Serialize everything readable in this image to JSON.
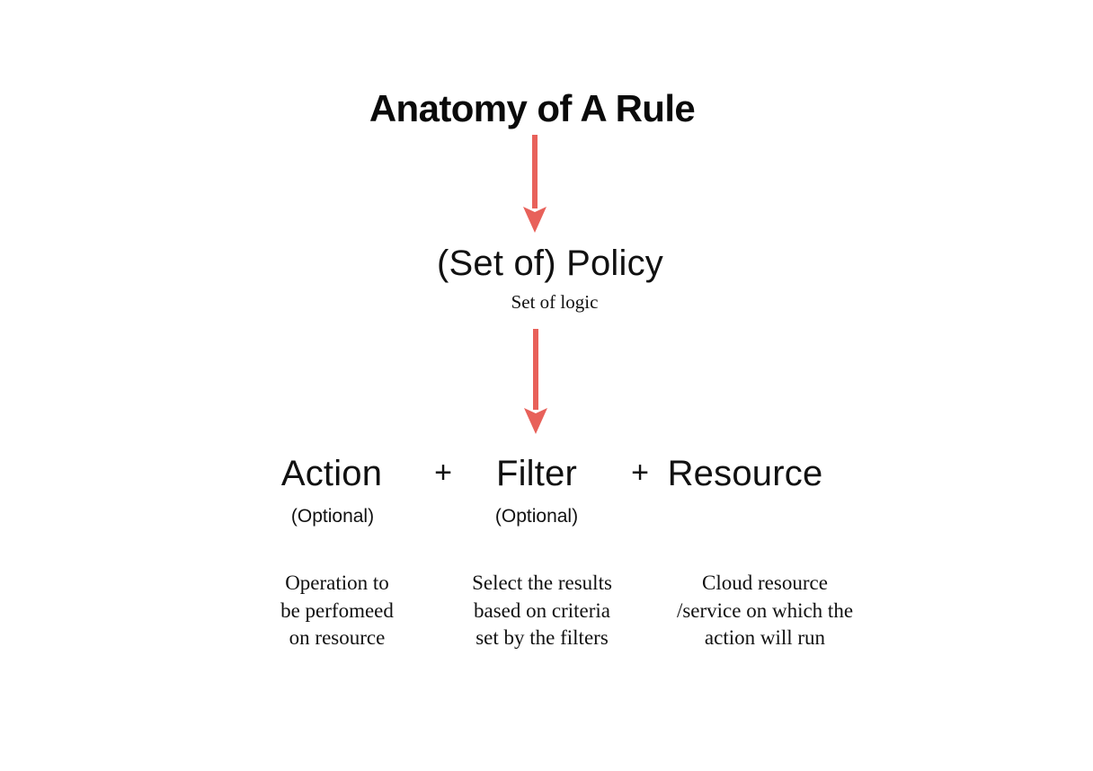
{
  "page": {
    "background_color": "#ffffff",
    "text_color": "#111111",
    "accent_color": "#e8615a"
  },
  "title": "Anatomy of A Rule",
  "arrows": [
    {
      "name": "arrow-title-to-policy",
      "color": "#e8615a"
    },
    {
      "name": "arrow-policy-to-components",
      "color": "#e8615a"
    }
  ],
  "policy": {
    "label": "(Set of) Policy",
    "sublabel": "Set of logic"
  },
  "components": {
    "operators": [
      "+",
      "+"
    ],
    "items": [
      {
        "label": "Action",
        "optional_label": "(Optional)",
        "description_lines": [
          "Operation to",
          "be perfomeed",
          "on resource"
        ]
      },
      {
        "label": "Filter",
        "optional_label": "(Optional)",
        "description_lines": [
          "Select the results",
          "based on criteria",
          "set by the filters"
        ]
      },
      {
        "label": "Resource",
        "optional_label": "",
        "description_lines": [
          "Cloud resource",
          "/service on which the",
          "action will run"
        ]
      }
    ]
  }
}
